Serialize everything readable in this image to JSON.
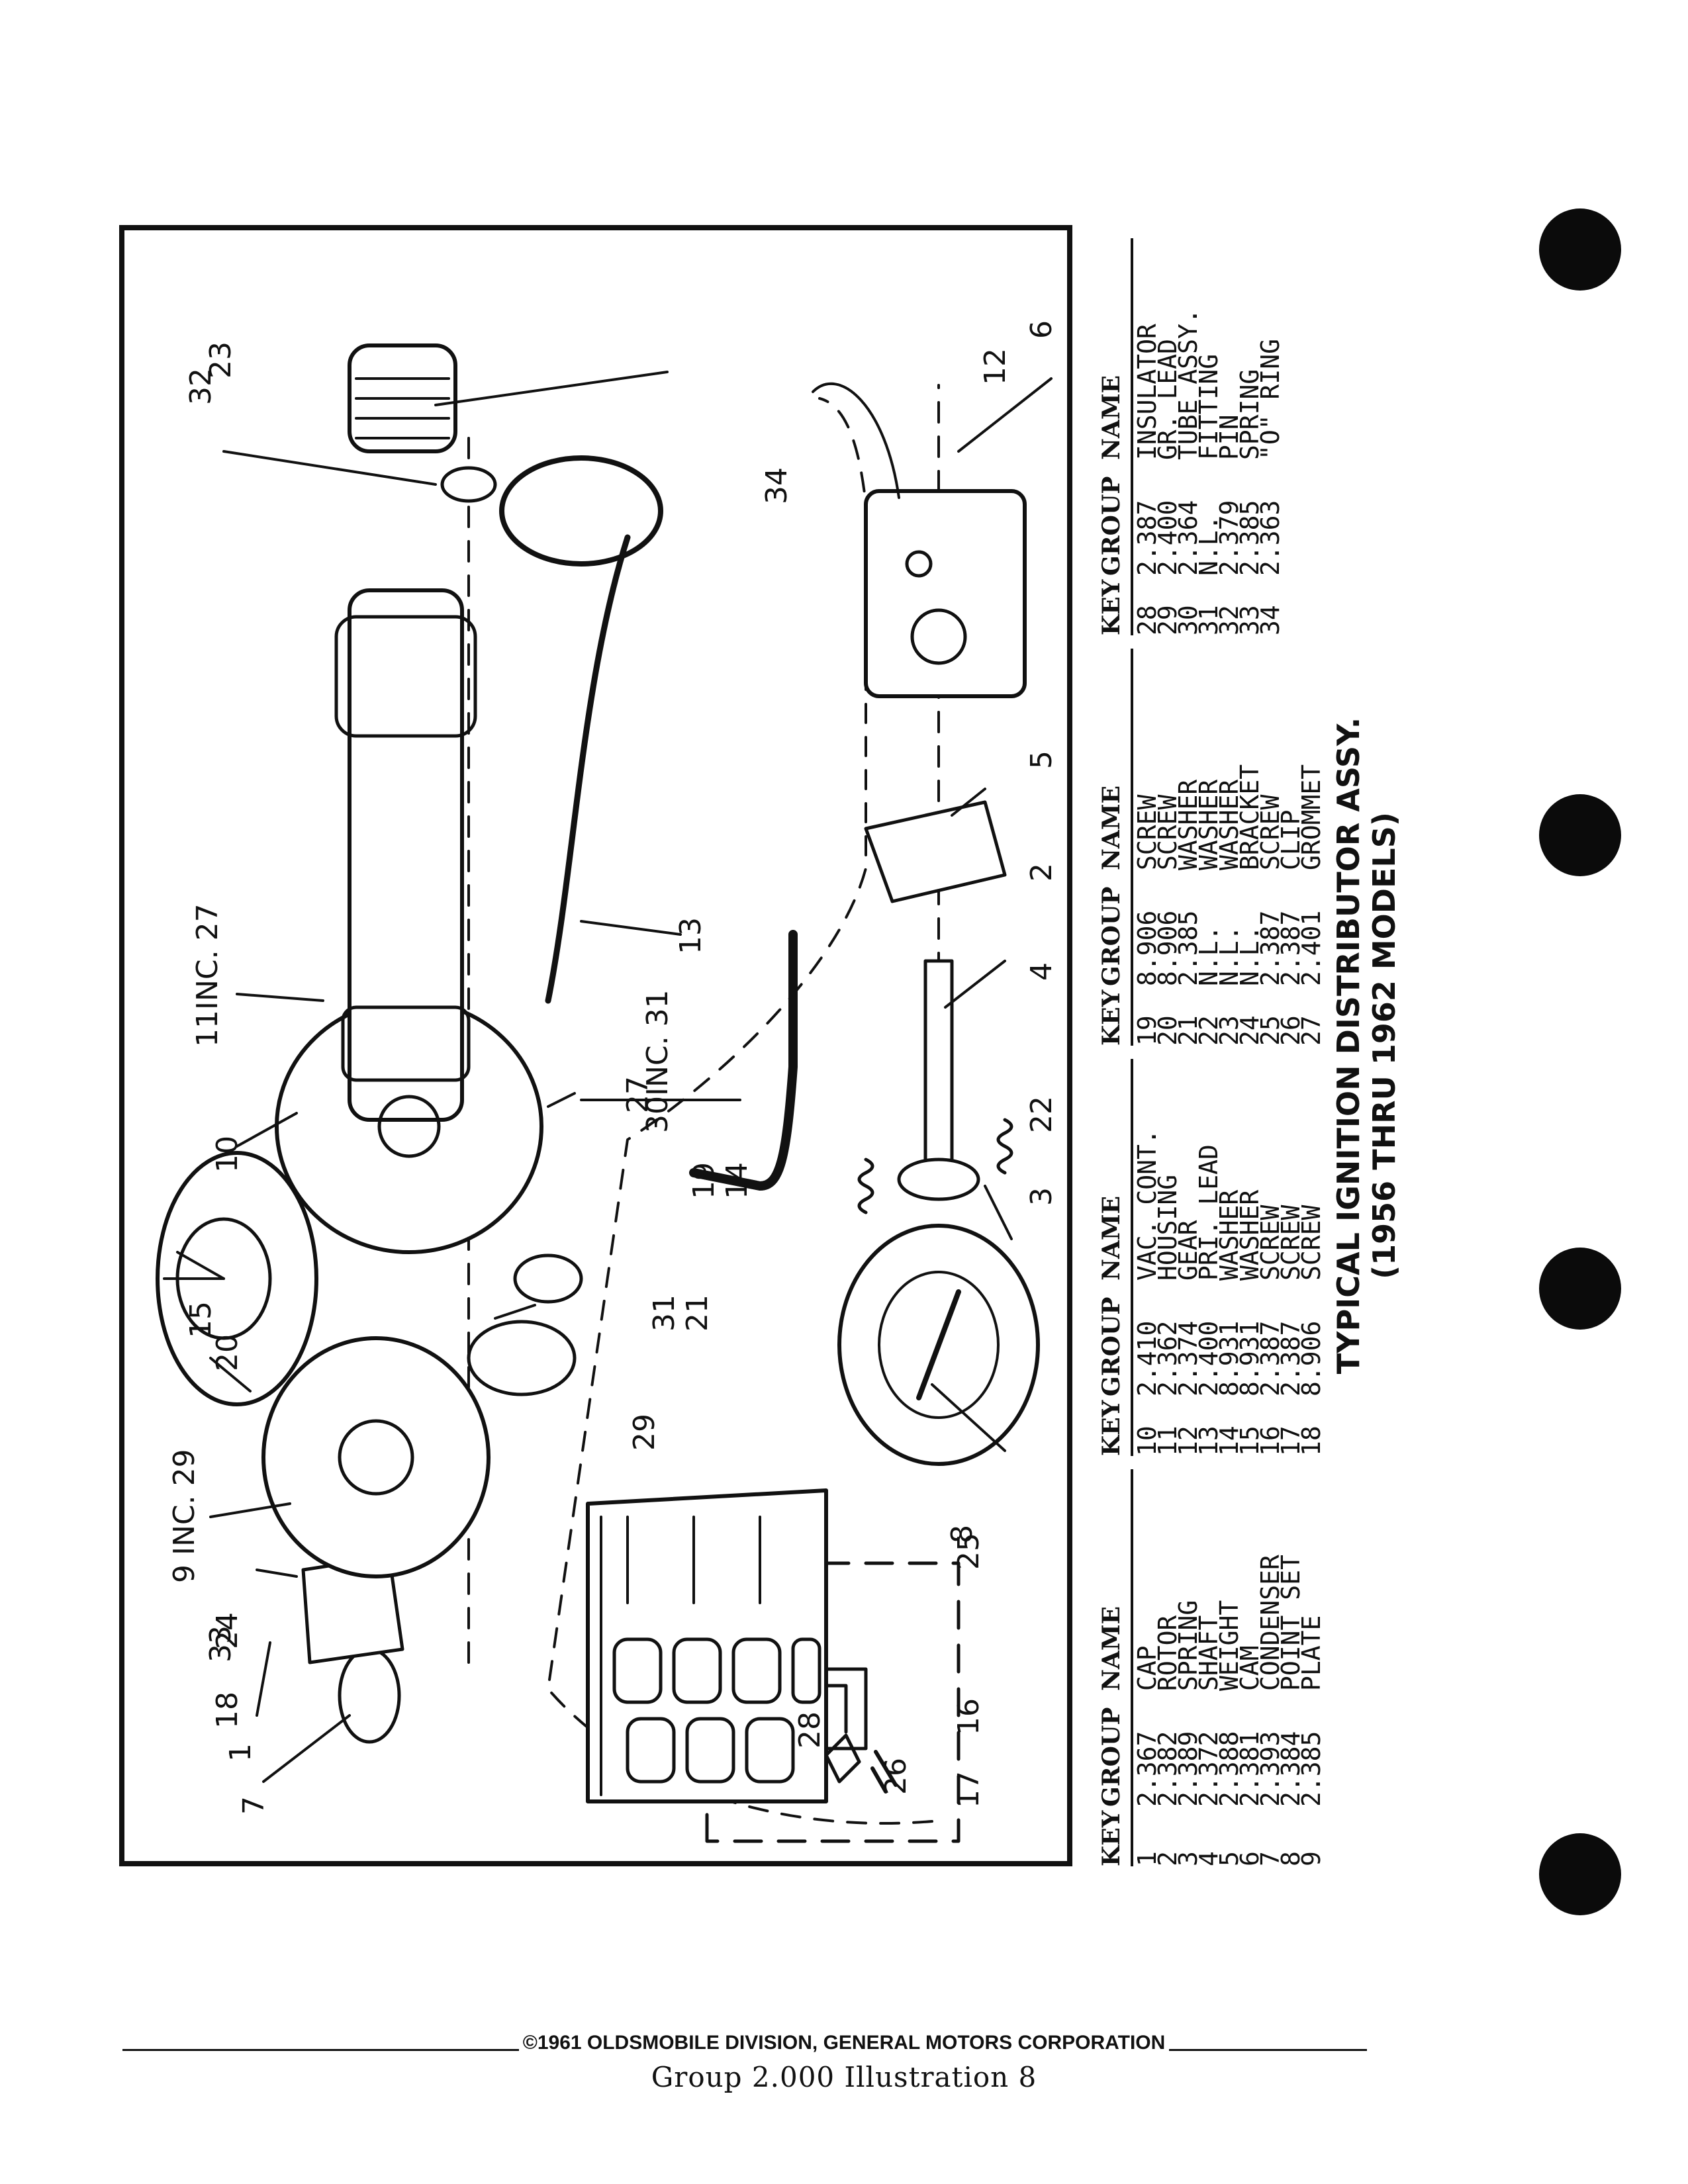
{
  "callouts": [
    "1",
    "2",
    "3",
    "4",
    "5",
    "6",
    "7",
    "8",
    "9 INC. 29",
    "10",
    "11INC. 27",
    "12",
    "13",
    "14",
    "15",
    "16",
    "17",
    "18",
    "19",
    "20",
    "21",
    "22",
    "23",
    "24",
    "25",
    "26",
    "27",
    "28",
    "29",
    "30INC. 31",
    "31",
    "32",
    "33",
    "34"
  ],
  "parts_table": {
    "headers": {
      "key": "KEY",
      "group": "GROUP",
      "name": "NAME"
    },
    "columns": [
      [
        [
          "1",
          "2.367",
          "CAP"
        ],
        [
          "2",
          "2.382",
          "ROTOR"
        ],
        [
          "3",
          "2.389",
          "SPRING"
        ],
        [
          "4",
          "2.372",
          "SHAFT"
        ],
        [
          "5",
          "2.388",
          "WEIGHT"
        ],
        [
          "6",
          "2.381",
          "CAM"
        ],
        [
          "7",
          "2.393",
          "CONDENSER"
        ],
        [
          "8",
          "2.384",
          "POINT SET"
        ],
        [
          "9",
          "2.385",
          "PLATE"
        ]
      ],
      [
        [
          "10",
          "2.410",
          "VAC. CONT."
        ],
        [
          "11",
          "2.362",
          "HOUSING"
        ],
        [
          "12",
          "2.374",
          "GEAR"
        ],
        [
          "13",
          "2.400",
          "PRI. LEAD"
        ],
        [
          "14",
          "8.931",
          "WASHER"
        ],
        [
          "15",
          "8.931",
          "WASHER"
        ],
        [
          "16",
          "2.387",
          "SCREW"
        ],
        [
          "17",
          "2.387",
          "SCREW"
        ],
        [
          "18",
          "8.906",
          "SCREW"
        ]
      ],
      [
        [
          "19",
          "8.906",
          "SCREW"
        ],
        [
          "20",
          "8.906",
          "SCREW"
        ],
        [
          "21",
          "2.385",
          "WASHER"
        ],
        [
          "22",
          "N.L.",
          "WASHER"
        ],
        [
          "23",
          "N.L.",
          "WASHER"
        ],
        [
          "24",
          "N.L.",
          "BRACKET"
        ],
        [
          "25",
          "2.387",
          "SCREW"
        ],
        [
          "26",
          "2.387",
          "CLIP"
        ],
        [
          "27",
          "2.401",
          "GROMMET"
        ]
      ],
      [
        [
          "28",
          "2.387",
          "INSULATOR"
        ],
        [
          "29",
          "2.400",
          "GR. LEAD"
        ],
        [
          "30",
          "2.364",
          "TUBE ASSY."
        ],
        [
          "31",
          "N.L.",
          "FITTING"
        ],
        [
          "32",
          "2.379",
          "PIN"
        ],
        [
          "33",
          "2.385",
          "SPRING"
        ],
        [
          "34",
          "2.363",
          "\"O\" RING"
        ]
      ]
    ]
  },
  "caption": {
    "line1": "TYPICAL IGNITION DISTRIBUTOR ASSY.",
    "line2": "(1956 THRU 1962 MODELS)"
  },
  "footer": {
    "copyright": "©1961 OLDSMOBILE DIVISION, GENERAL MOTORS CORPORATION",
    "group_line": "Group  2.000  Illustration  8"
  }
}
